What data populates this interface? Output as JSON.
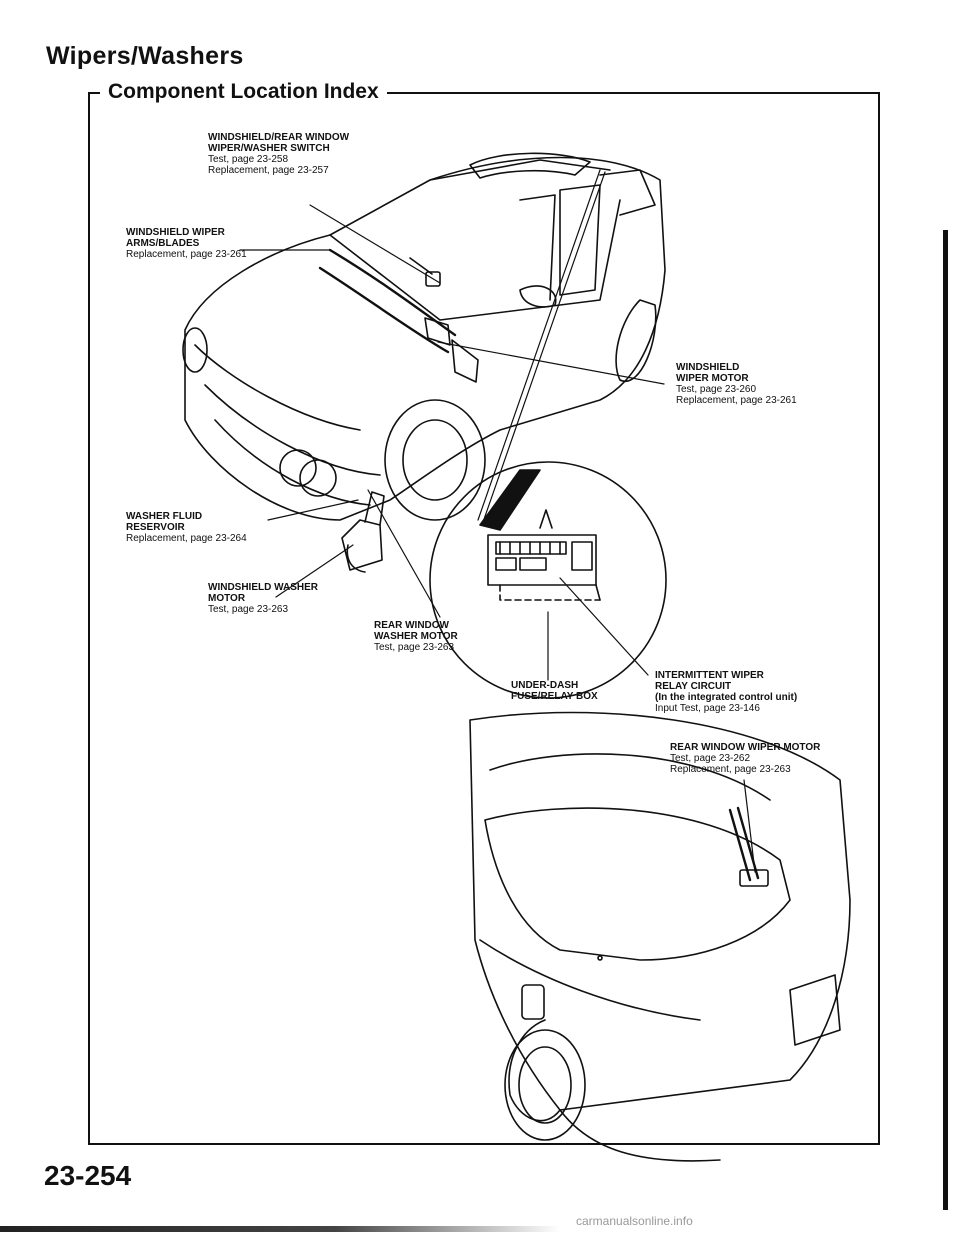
{
  "header": {
    "title": "Wipers/Washers",
    "subtitle": "Component Location Index"
  },
  "labels": {
    "switch": {
      "name_1": "WINDSHIELD/REAR WINDOW",
      "name_2": "WIPER/WASHER SWITCH",
      "ref_1": "Test, page 23-258",
      "ref_2": "Replacement, page 23-257"
    },
    "arms": {
      "name_1": "WINDSHIELD WIPER",
      "name_2": "ARMS/BLADES",
      "ref_1": "Replacement, page 23-261"
    },
    "wiper_motor": {
      "name_1": "WINDSHIELD",
      "name_2": "WIPER MOTOR",
      "ref_1": "Test, page 23-260",
      "ref_2": "Replacement, page 23-261"
    },
    "reservoir": {
      "name_1": "WASHER FLUID",
      "name_2": "RESERVOIR",
      "ref_1": "Replacement, page 23-264"
    },
    "washer_motor": {
      "name_1": "WINDSHIELD WASHER",
      "name_2": "MOTOR",
      "ref_1": "Test, page 23-263"
    },
    "rear_washer_motor": {
      "name_1": "REAR WINDOW",
      "name_2": "WASHER MOTOR",
      "ref_1": "Test, page 23-263"
    },
    "fuse_box": {
      "name_1": "UNDER-DASH",
      "name_2": "FUSE/RELAY BOX"
    },
    "relay": {
      "name_1": "INTERMITTENT WIPER",
      "name_2": "RELAY CIRCUIT",
      "name_3": "(In the integrated control unit)",
      "ref_1": "Input Test, page 23-146"
    },
    "rear_wiper_motor": {
      "name_1": "REAR WINDOW WIPER MOTOR",
      "ref_1": "Test, page 23-262",
      "ref_2": "Replacement, page 23-263"
    }
  },
  "page_number": "23-254",
  "footer": "carmanualsonline.info"
}
